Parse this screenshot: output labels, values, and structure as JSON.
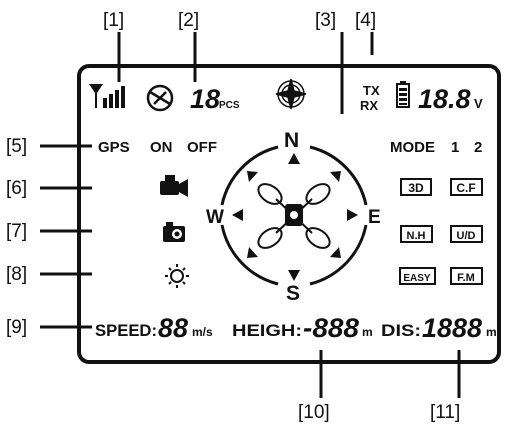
{
  "callouts": [
    "[1]",
    "[2]",
    "[3]",
    "[4]",
    "[5]",
    "[6]",
    "[7]",
    "[8]",
    "[9]",
    "[10]",
    "[11]"
  ],
  "top_row": {
    "satellite_count": "18",
    "satellite_unit": "PCS",
    "tx": "TX",
    "rx": "RX",
    "voltage": "18.8",
    "voltage_unit": "V"
  },
  "gps_row": {
    "gps": "GPS",
    "on": "ON",
    "off": "OFF",
    "mode": "MODE",
    "mode_1": "1",
    "mode_2": "2"
  },
  "compass": {
    "n": "N",
    "s": "S",
    "e": "E",
    "w": "W"
  },
  "right_buttons": [
    "3D",
    "C.F",
    "N.H",
    "U/D",
    "EASY",
    "F.M"
  ],
  "bottom_row": {
    "speed_label": "SPEED:",
    "speed_value": "88",
    "speed_unit": "m/s",
    "height_label": "HEIGH:",
    "height_value": "-888",
    "height_unit": "m",
    "distance_label": "DIS:",
    "distance_value": "1888",
    "distance_unit": "m"
  },
  "icons": [
    "signal-strength-icon",
    "satellite-icon",
    "compass-rose-icon",
    "battery-icon",
    "video-camera-icon",
    "photo-camera-icon",
    "light-icon",
    "drone-icon"
  ]
}
